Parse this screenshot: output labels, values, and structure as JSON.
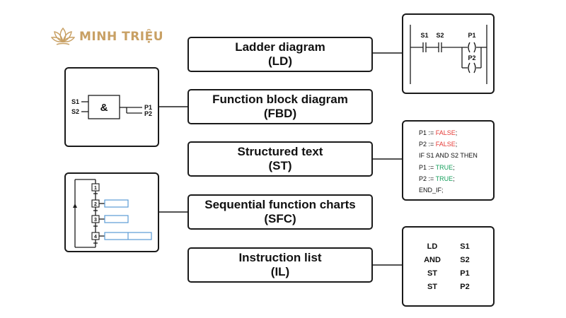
{
  "brand": {
    "name": "MINH TRIỆU",
    "color": "#c8a064",
    "icon": "lotus-icon"
  },
  "languages": [
    {
      "name": "Ladder diagram",
      "abbr": "(LD)"
    },
    {
      "name": "Function block diagram",
      "abbr": "(FBD)"
    },
    {
      "name": "Structured text",
      "abbr": "(ST)"
    },
    {
      "name": "Sequential function charts",
      "abbr": "(SFC)"
    },
    {
      "name": "Instruction list",
      "abbr": "(IL)"
    }
  ],
  "ladder": {
    "contact1": "S1",
    "contact2": "S2",
    "coil1": "P1",
    "coil2": "P2"
  },
  "fbd": {
    "input1": "S1",
    "input2": "S2",
    "gate": "&",
    "output1": "P1",
    "output2": "P2"
  },
  "st": {
    "lines": [
      {
        "prefix": "P1 := ",
        "keyword": "FALSE",
        "suffix": ";",
        "kind": "false"
      },
      {
        "prefix": "P2 := ",
        "keyword": "FALSE",
        "suffix": ";",
        "kind": "false"
      },
      {
        "prefix": "IF S1 AND S2 THEN",
        "keyword": "",
        "suffix": "",
        "kind": "plain"
      },
      {
        "prefix": "P1 := ",
        "keyword": "TRUE",
        "suffix": ";",
        "kind": "true"
      },
      {
        "prefix": "P2 := ",
        "keyword": "TRUE",
        "suffix": ";",
        "kind": "true"
      },
      {
        "prefix": "END_IF;",
        "keyword": "",
        "suffix": "",
        "kind": "plain"
      }
    ],
    "false_color": "#e53935",
    "true_color": "#18a05e"
  },
  "sfc": {
    "steps": [
      "1",
      "2",
      "3",
      "4"
    ],
    "action_color": "#5b9bd5"
  },
  "il": {
    "rows": [
      {
        "op": "LD",
        "arg": "S1"
      },
      {
        "op": "AND",
        "arg": "S2"
      },
      {
        "op": "ST",
        "arg": "P1"
      },
      {
        "op": "ST",
        "arg": "P2"
      }
    ]
  }
}
